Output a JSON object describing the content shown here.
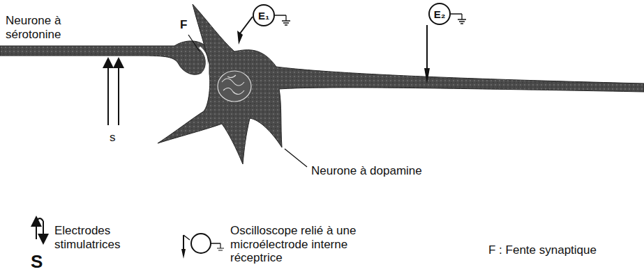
{
  "diagram": {
    "nodes": [
      {
        "text": [
          "E₁"
        ]
      },
      {
        "text": [
          "E₂"
        ]
      }
    ],
    "labels": [
      "Neurone à sérotonine",
      "F",
      "s",
      "Neurone à dopamine",
      "S",
      "F : Fente synaptique"
    ],
    "legend": [
      {
        "text": "Electrodes stimulatrices"
      },
      {
        "text": "Oscilloscope relié à une microélectrode interne réceptrice"
      }
    ]
  }
}
